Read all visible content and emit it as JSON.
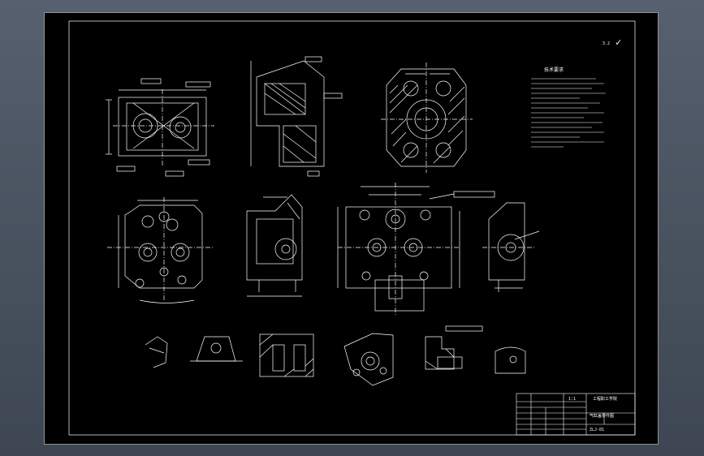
{
  "viewport": {
    "background": "#4a5462",
    "sheet_color": "#000000",
    "line_color": "#ffffff"
  },
  "drawing": {
    "corner_symbol": "3.2",
    "corner_check": "✓",
    "tech_title": "技术要求",
    "title_block": {
      "scale": "1:1",
      "school": "工程职工学院",
      "drawing_name": "气缸盖零件图",
      "drawing_no": "ZLJ-01"
    }
  }
}
